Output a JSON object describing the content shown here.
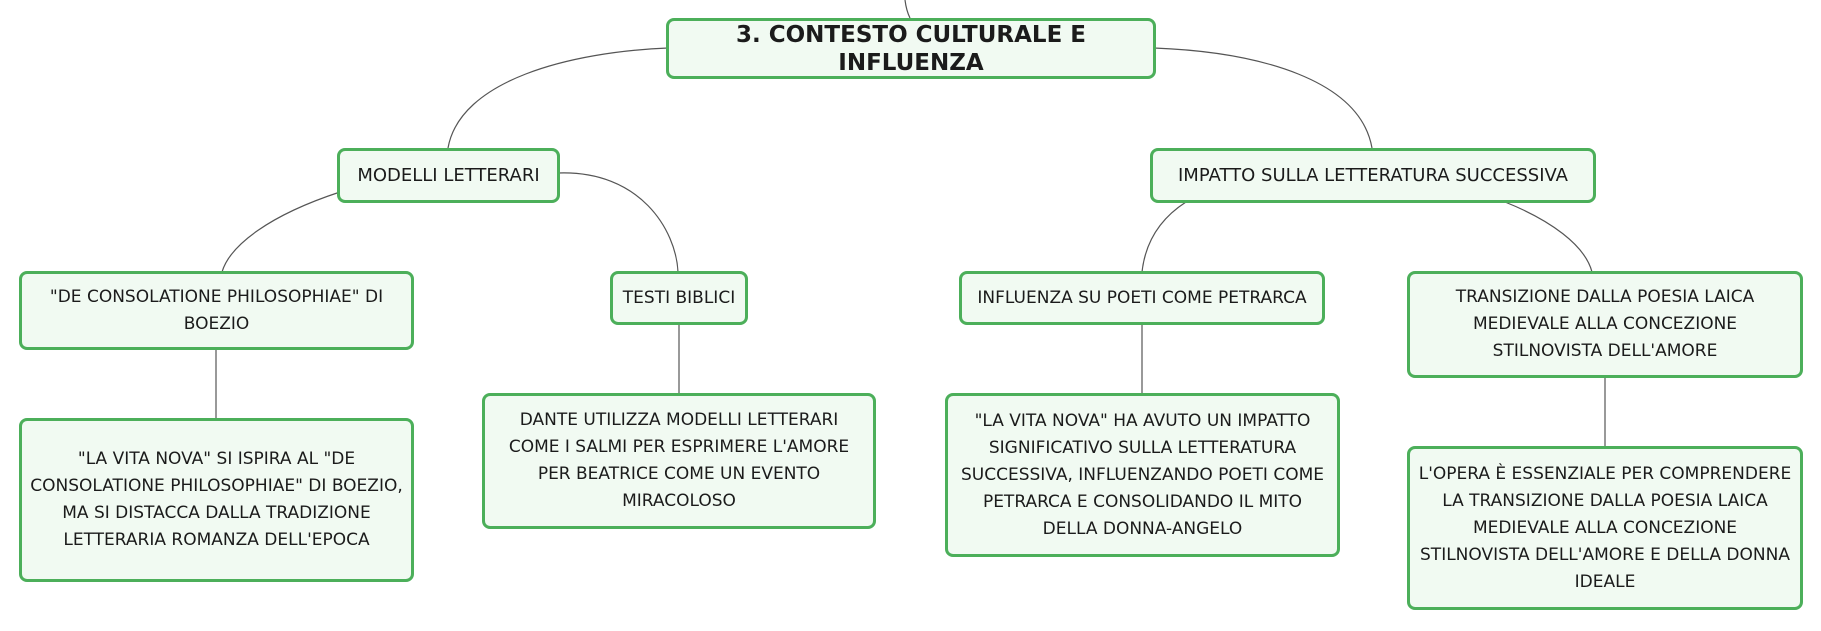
{
  "diagram": {
    "root": {
      "label": "3. CONTESTO CULTURALE E INFLUENZA"
    },
    "branches": [
      {
        "label": "MODELLI LETTERARI",
        "children": [
          {
            "label": "\"DE CONSOLATIONE PHILOSOPHIAE\" DI BOEZIO",
            "detail": "\"LA VITA NOVA\" SI ISPIRA AL \"DE CONSOLATIONE PHILOSOPHIAE\" DI BOEZIO, MA SI DISTACCA DALLA TRADIZIONE LETTERARIA ROMANZA DELL'EPOCA"
          },
          {
            "label": "TESTI BIBLICI",
            "detail": "DANTE UTILIZZA MODELLI LETTERARI COME I SALMI PER ESPRIMERE L'AMORE PER BEATRICE COME UN EVENTO MIRACOLOSO"
          }
        ]
      },
      {
        "label": "IMPATTO SULLA LETTERATURA SUCCESSIVA",
        "children": [
          {
            "label": "INFLUENZA SU POETI COME PETRARCA",
            "detail": "\"LA VITA NOVA\" HA AVUTO UN IMPATTO SIGNIFICATIVO SULLA LETTERATURA SUCCESSIVA, INFLUENZANDO POETI COME PETRARCA E CONSOLIDANDO IL MITO DELLA DONNA-ANGELO"
          },
          {
            "label": "TRANSIZIONE DALLA POESIA LAICA MEDIEVALE ALLA CONCEZIONE STILNOVISTA DELL'AMORE",
            "detail": "L'OPERA È ESSENZIALE PER COMPRENDERE LA TRANSIZIONE DALLA POESIA LAICA MEDIEVALE ALLA CONCEZIONE STILNOVISTA DELL'AMORE E DELLA DONNA IDEALE"
          }
        ]
      }
    ]
  },
  "colors": {
    "node_border": "#4caf5a",
    "node_fill": "#f1faf2",
    "connector": "#555555"
  }
}
